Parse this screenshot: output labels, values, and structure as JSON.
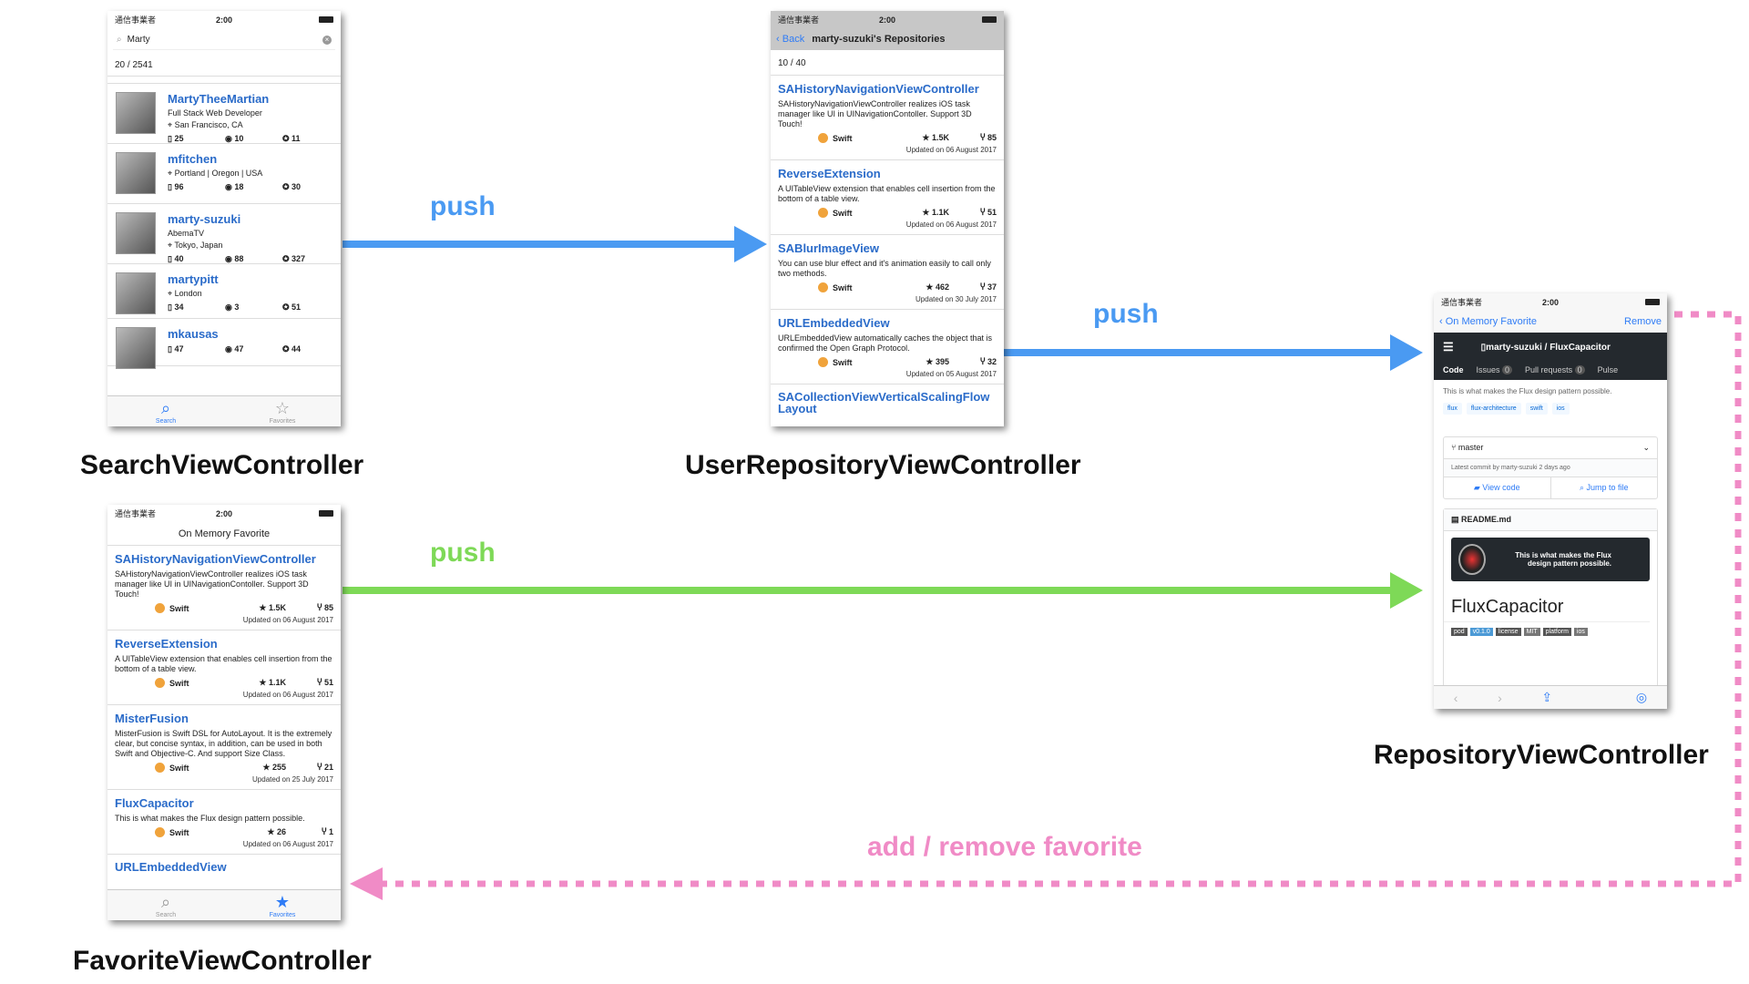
{
  "edges": {
    "push1": "push",
    "push2": "push",
    "push3": "push",
    "favorite": "add / remove favorite"
  },
  "colors": {
    "blue": "#4a9af2",
    "green": "#7ed957",
    "pink": "#f08bc6"
  },
  "captions": {
    "search": "SearchViewController",
    "user_repo": "UserRepositoryViewController",
    "repository": "RepositoryViewController",
    "favorite": "FavoriteViewController"
  },
  "status": {
    "carrier": "通信事業者",
    "time": "2:00"
  },
  "search": {
    "query": "Marty",
    "count": "20 / 2541",
    "users": [
      {
        "name": "MartyTheeMartian",
        "lines": [
          "Full Stack Web Developer",
          "San Francisco, CA"
        ],
        "repos": "25",
        "watch": "10",
        "stars": "11"
      },
      {
        "name": "mfitchen",
        "lines": [
          "Portland | Oregon | USA"
        ],
        "repos": "96",
        "watch": "18",
        "stars": "30"
      },
      {
        "name": "marty-suzuki",
        "lines": [
          "AbemaTV",
          "Tokyo, Japan"
        ],
        "repos": "40",
        "watch": "88",
        "stars": "327"
      },
      {
        "name": "martypitt",
        "lines": [
          "London"
        ],
        "repos": "34",
        "watch": "3",
        "stars": "51"
      },
      {
        "name": "mkausas",
        "lines": [],
        "repos": "47",
        "watch": "47",
        "stars": "44"
      }
    ],
    "tabs": {
      "search": "Search",
      "favorites": "Favorites"
    }
  },
  "user_repo": {
    "back": "Back",
    "title": "marty-suzuki's Repositories",
    "count": "10 / 40",
    "repos": [
      {
        "name": "SAHistoryNavigationViewController",
        "desc": "SAHistoryNavigationViewController realizes iOS task manager like UI in UINavigationContoller. Support 3D Touch!",
        "lang": "Swift",
        "stars": "★ 1.5K",
        "forks": "Ⴤ 85",
        "updated": "Updated on 06 August 2017"
      },
      {
        "name": "ReverseExtension",
        "desc": "A UITableView extension that enables cell insertion from the bottom of a table view.",
        "lang": "Swift",
        "stars": "★ 1.1K",
        "forks": "Ⴤ 51",
        "updated": "Updated on 06 August 2017"
      },
      {
        "name": "SABlurImageView",
        "desc": "You can use blur effect and it's animation easily to call only two methods.",
        "lang": "Swift",
        "stars": "★ 462",
        "forks": "Ⴤ 37",
        "updated": "Updated on 30 July 2017"
      },
      {
        "name": "URLEmbeddedView",
        "desc": "URLEmbeddedView automatically caches the object that is confirmed the Open Graph Protocol.",
        "lang": "Swift",
        "stars": "★ 395",
        "forks": "Ⴤ 32",
        "updated": "Updated on 05 August 2017"
      }
    ],
    "partial": "SACollectionViewVerticalScalingFlowLayout"
  },
  "repository": {
    "back": "On Memory Favorite",
    "remove": "Remove",
    "path": "marty-suzuki / FluxCapacitor",
    "tabs": [
      "Code",
      "Issues",
      "Pull requests",
      "Pulse"
    ],
    "issues": "0",
    "prs": "0",
    "about": "This is what makes the Flux design pattern possible.",
    "topics": [
      "flux",
      "flux-architecture",
      "swift",
      "ios"
    ],
    "branch": "master",
    "commit": "Latest commit by marty-suzuki 2 days ago",
    "view_code": "View code",
    "jump": "Jump to file",
    "readme": "README.md",
    "banner": "This is what makes the Flux design pattern possible.",
    "repo_title": "FluxCapacitor",
    "badges": [
      "pod",
      "v0.1.0",
      "license",
      "MIT",
      "platform",
      "ios"
    ]
  },
  "favorite": {
    "title": "On Memory Favorite",
    "repos": [
      {
        "name": "SAHistoryNavigationViewController",
        "desc": "SAHistoryNavigationViewController realizes iOS task manager like UI in UINavigationContoller. Support 3D Touch!",
        "lang": "Swift",
        "stars": "★ 1.5K",
        "forks": "Ⴤ 85",
        "updated": "Updated on 06 August 2017"
      },
      {
        "name": "ReverseExtension",
        "desc": "A UITableView extension that enables cell insertion from the bottom of a table view.",
        "lang": "Swift",
        "stars": "★ 1.1K",
        "forks": "Ⴤ 51",
        "updated": "Updated on 06 August 2017"
      },
      {
        "name": "MisterFusion",
        "desc": "MisterFusion is Swift DSL for AutoLayout. It is the extremely clear, but concise syntax, in addition, can be used in both Swift and Objective-C. And support Size Class.",
        "lang": "Swift",
        "stars": "★ 255",
        "forks": "Ⴤ 21",
        "updated": "Updated on 25 July 2017"
      },
      {
        "name": "FluxCapacitor",
        "desc": "This is what makes the Flux design pattern possible.",
        "lang": "Swift",
        "stars": "★ 26",
        "forks": "Ⴤ 1",
        "updated": "Updated on 06 August 2017"
      }
    ],
    "partial": "URLEmbeddedView",
    "tabs": {
      "search": "Search",
      "favorites": "Favorites"
    }
  }
}
